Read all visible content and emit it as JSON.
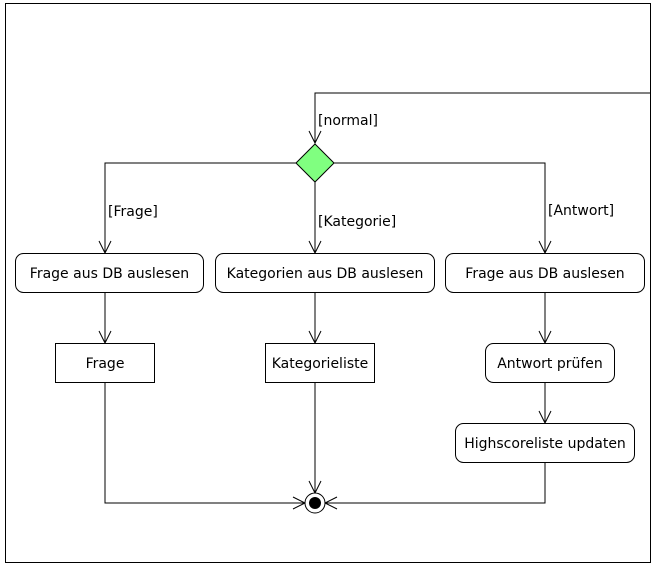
{
  "colors": {
    "stroke": "#000000",
    "decision_fill": "#80ff80",
    "node_fill": "#ffffff",
    "background": "#ffffff"
  },
  "guards": {
    "normal": "[normal]",
    "frage": "[Frage]",
    "kategorie": "[Kategorie]",
    "antwort": "[Antwort]"
  },
  "actions": {
    "frage_aus_db_left": "Frage aus DB auslesen",
    "kategorien_aus_db": "Kategorien aus DB auslesen",
    "frage_aus_db_right": "Frage aus DB auslesen",
    "antwort_pruefen": "Antwort prüfen",
    "highscoreliste_updaten": "Highscoreliste updaten"
  },
  "objects": {
    "frage": "Frage",
    "kategorieliste": "Kategorieliste"
  }
}
